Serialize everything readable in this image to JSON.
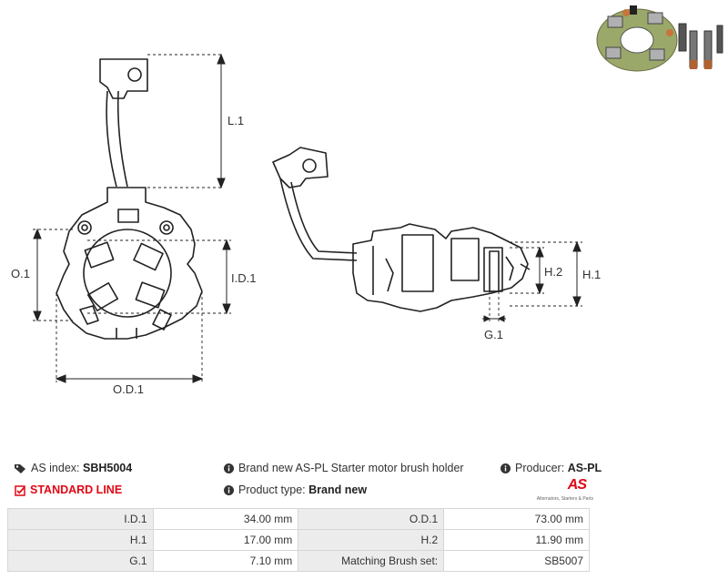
{
  "dimension_labels": {
    "l1": "L.1",
    "o1": "O.1",
    "id1": "I.D.1",
    "od1": "O.D.1",
    "h1": "H.1",
    "h2": "H.2",
    "g1": "G.1"
  },
  "info": {
    "as_index_label": "AS index:",
    "as_index_value": "SBH5004",
    "description": "Brand new AS-PL Starter motor brush holder",
    "producer_label": "Producer:",
    "producer_value": "AS-PL",
    "line_label": "STANDARD LINE",
    "product_type_label": "Product type:",
    "product_type_value": "Brand new"
  },
  "logo": {
    "text": "AS",
    "tagline": "Alternators, Starters & Parts",
    "color": "#e30613"
  },
  "specs": [
    {
      "label1": "I.D.1",
      "value1": "34.00 mm",
      "label2": "O.D.1",
      "value2": "73.00 mm"
    },
    {
      "label1": "H.1",
      "value1": "17.00 mm",
      "label2": "H.2",
      "value2": "11.90 mm"
    },
    {
      "label1": "G.1",
      "value1": "7.10 mm",
      "label2": "Matching Brush set:",
      "value2": "SB5007"
    }
  ],
  "colors": {
    "accent": "#e30613",
    "table_label_bg": "#ececec",
    "table_border": "#d6d6d6"
  },
  "icons": [
    "tag-icon",
    "info-icon",
    "check-square-icon"
  ]
}
